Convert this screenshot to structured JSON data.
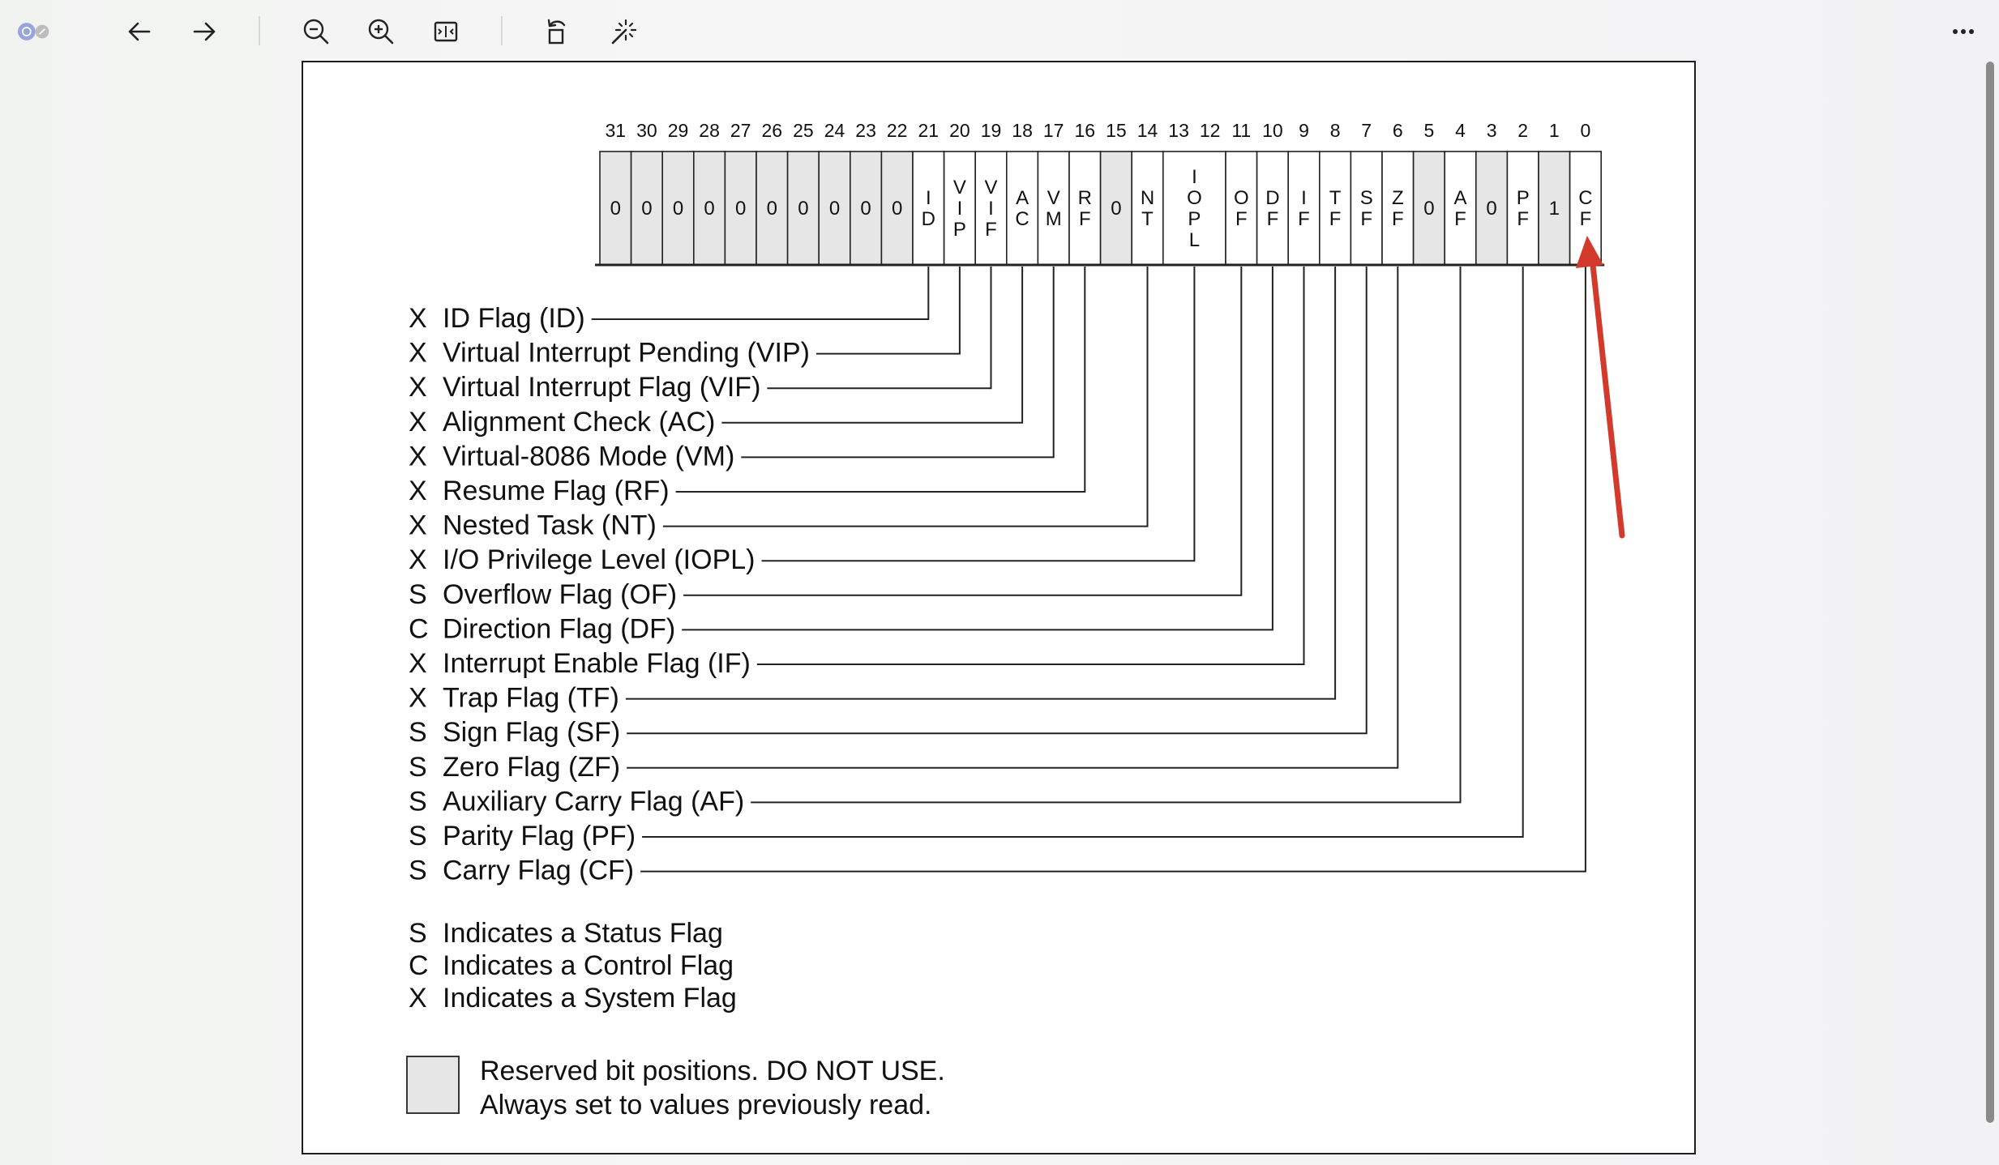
{
  "toolbar": {
    "buttons": [
      {
        "name": "back-button",
        "icon": "arrow-left-icon"
      },
      {
        "name": "forward-button",
        "icon": "arrow-right-icon"
      },
      {
        "name": "zoom-out-button",
        "icon": "zoom-out-icon"
      },
      {
        "name": "zoom-in-button",
        "icon": "zoom-in-icon"
      },
      {
        "name": "fit-page-button",
        "icon": "fit-page-icon"
      },
      {
        "name": "rotate-button",
        "icon": "rotate-icon"
      },
      {
        "name": "enhance-button",
        "icon": "magic-wand-icon"
      },
      {
        "name": "more-button",
        "icon": "more-icon"
      }
    ]
  },
  "colors": {
    "accent": "#9aa4dc",
    "arrow": "#d33a2c",
    "reserved_fill": "#e6e6e6"
  },
  "register": {
    "bit_numbers": [
      "31",
      "30",
      "29",
      "28",
      "27",
      "26",
      "25",
      "24",
      "23",
      "22",
      "21",
      "20",
      "19",
      "18",
      "17",
      "16",
      "15",
      "14",
      "13",
      "12",
      "11",
      "10",
      "9",
      "8",
      "7",
      "6",
      "5",
      "4",
      "3",
      "2",
      "1",
      "0"
    ],
    "cells": [
      {
        "bits": "31",
        "text": "0",
        "reserved": true
      },
      {
        "bits": "30",
        "text": "0",
        "reserved": true
      },
      {
        "bits": "29",
        "text": "0",
        "reserved": true
      },
      {
        "bits": "28",
        "text": "0",
        "reserved": true
      },
      {
        "bits": "27",
        "text": "0",
        "reserved": true
      },
      {
        "bits": "26",
        "text": "0",
        "reserved": true
      },
      {
        "bits": "25",
        "text": "0",
        "reserved": true
      },
      {
        "bits": "24",
        "text": "0",
        "reserved": true
      },
      {
        "bits": "23",
        "text": "0",
        "reserved": true
      },
      {
        "bits": "22",
        "text": "0",
        "reserved": true
      },
      {
        "bits": "21",
        "text": "ID",
        "reserved": false
      },
      {
        "bits": "20",
        "text": "VIP",
        "reserved": false
      },
      {
        "bits": "19",
        "text": "VIF",
        "reserved": false
      },
      {
        "bits": "18",
        "text": "AC",
        "reserved": false
      },
      {
        "bits": "17",
        "text": "VM",
        "reserved": false
      },
      {
        "bits": "16",
        "text": "RF",
        "reserved": false
      },
      {
        "bits": "15",
        "text": "0",
        "reserved": true
      },
      {
        "bits": "14",
        "text": "NT",
        "reserved": false
      },
      {
        "bits": "13-12",
        "text": "IOPL",
        "reserved": false
      },
      {
        "bits": "11",
        "text": "OF",
        "reserved": false
      },
      {
        "bits": "10",
        "text": "DF",
        "reserved": false
      },
      {
        "bits": "9",
        "text": "IF",
        "reserved": false
      },
      {
        "bits": "8",
        "text": "TF",
        "reserved": false
      },
      {
        "bits": "7",
        "text": "SF",
        "reserved": false
      },
      {
        "bits": "6",
        "text": "ZF",
        "reserved": false
      },
      {
        "bits": "5",
        "text": "0",
        "reserved": true
      },
      {
        "bits": "4",
        "text": "AF",
        "reserved": false
      },
      {
        "bits": "3",
        "text": "0",
        "reserved": true
      },
      {
        "bits": "2",
        "text": "PF",
        "reserved": false
      },
      {
        "bits": "1",
        "text": "1",
        "reserved": true
      },
      {
        "bits": "0",
        "text": "CF",
        "reserved": false
      }
    ]
  },
  "flags": [
    {
      "type": "X",
      "label": "ID Flag (ID)",
      "bit": "21"
    },
    {
      "type": "X",
      "label": "Virtual Interrupt Pending (VIP)",
      "bit": "20"
    },
    {
      "type": "X",
      "label": "Virtual Interrupt Flag (VIF)",
      "bit": "19"
    },
    {
      "type": "X",
      "label": "Alignment Check (AC)",
      "bit": "18"
    },
    {
      "type": "X",
      "label": "Virtual-8086 Mode (VM)",
      "bit": "17"
    },
    {
      "type": "X",
      "label": "Resume Flag (RF)",
      "bit": "16"
    },
    {
      "type": "X",
      "label": "Nested Task (NT)",
      "bit": "14"
    },
    {
      "type": "X",
      "label": "I/O Privilege Level (IOPL)",
      "bit": "13-12"
    },
    {
      "type": "S",
      "label": "Overflow Flag (OF)",
      "bit": "11"
    },
    {
      "type": "C",
      "label": "Direction Flag (DF)",
      "bit": "10"
    },
    {
      "type": "X",
      "label": "Interrupt Enable Flag (IF)",
      "bit": "9"
    },
    {
      "type": "X",
      "label": "Trap Flag (TF)",
      "bit": "8"
    },
    {
      "type": "S",
      "label": "Sign Flag (SF)",
      "bit": "7"
    },
    {
      "type": "S",
      "label": "Zero Flag (ZF)",
      "bit": "6"
    },
    {
      "type": "S",
      "label": "Auxiliary Carry Flag (AF)",
      "bit": "4"
    },
    {
      "type": "S",
      "label": "Parity Flag (PF)",
      "bit": "2"
    },
    {
      "type": "S",
      "label": "Carry Flag (CF)",
      "bit": "0"
    }
  ],
  "legend": [
    {
      "letter": "S",
      "text": "Indicates a Status Flag"
    },
    {
      "letter": "C",
      "text": "Indicates a Control Flag"
    },
    {
      "letter": "X",
      "text": "Indicates a System Flag"
    }
  ],
  "reserved_note": [
    "Reserved bit positions. DO NOT USE.",
    "Always set to values previously read."
  ]
}
